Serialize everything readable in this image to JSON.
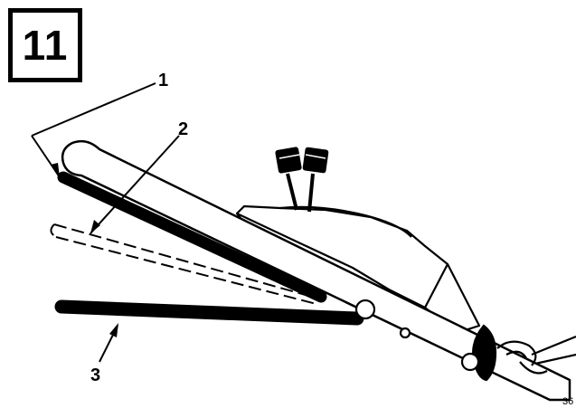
{
  "step": {
    "number": "11"
  },
  "callouts": [
    {
      "id": "1",
      "label": "1"
    },
    {
      "id": "2",
      "label": "2"
    },
    {
      "id": "3",
      "label": "3"
    }
  ],
  "figure_number": "36"
}
